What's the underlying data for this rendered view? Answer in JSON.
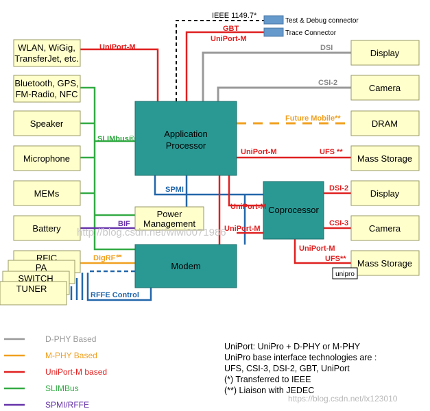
{
  "interface_labels": {
    "ieee": "IEEE 1149.7*",
    "gbt": "GBT",
    "uniport_m_top": "UniPort-M",
    "uniport_m_wlan": "UniPort-M",
    "dsi": "DSI",
    "csi2": "CSI-2",
    "future_mobile": "Future Mobile**",
    "uniport_m_mass": "UniPort-M",
    "ufs_top": "UFS **",
    "slimbus": "SLIMbus®",
    "spmi": "SPMI",
    "bif": "BIF",
    "digrf": "DigRF℠",
    "rffe_control": "RFFE Control",
    "uniport_m_copro1": "UniPort-M",
    "uniport_m_copro2": "UniPort-M",
    "dsi2": "DSI-2",
    "csi3": "CSI-3",
    "uniport_m_copro_mass": "UniPort-M",
    "ufs_copro": "UFS**"
  },
  "connectors": {
    "test_debug": "Test & Debug connector",
    "trace": "Trace Connector"
  },
  "peripherals_left": {
    "wlan_line1": "WLAN, WiGig,",
    "wlan_line2": "TransferJet, etc.",
    "bt_line1": "Bluetooth, GPS,",
    "bt_line2": "FM-Radio, NFC",
    "speaker": "Speaker",
    "microphone": "Microphone",
    "mems": "MEMs",
    "battery": "Battery"
  },
  "rf_stack": [
    "RFIC",
    "PA",
    "SWITCH",
    "TUNER"
  ],
  "peripherals_right": {
    "display_top": "Display",
    "camera_top": "Camera",
    "dram": "DRAM",
    "mass_storage_top": "Mass Storage",
    "display_copro": "Display",
    "camera_copro": "Camera",
    "mass_storage_copro": "Mass Storage"
  },
  "blocks": {
    "app_proc_line1": "Application",
    "app_proc_line2": "Processor",
    "power_line1": "Power",
    "power_line2": "Management",
    "modem": "Modem",
    "coprocessor": "Coprocessor",
    "unipro_tag": "unipro"
  },
  "legend": [
    {
      "label": "D-PHY Based",
      "color": "#999999"
    },
    {
      "label": "M-PHY Based",
      "color": "#f0a020"
    },
    {
      "label": "UniPort-M based",
      "color": "#e02020"
    },
    {
      "label": "SLIMBus",
      "color": "#33aa44"
    },
    {
      "label": "SPMI/RFFE",
      "color": "#6633aa"
    }
  ],
  "notes": [
    "UniPort: UniPro + D-PHY or M-PHY",
    "UniPro base interface technologies are :",
    "UFS, CSI-3, DSI-2, GBT, UniPort",
    "(*) Transferred to IEEE",
    "(**) Liaison with JEDEC"
  ],
  "watermarks": {
    "center": "http://blog.csdn.net/wiwi0071986",
    "bottom": "https://blog.csdn.net/lx123010"
  }
}
